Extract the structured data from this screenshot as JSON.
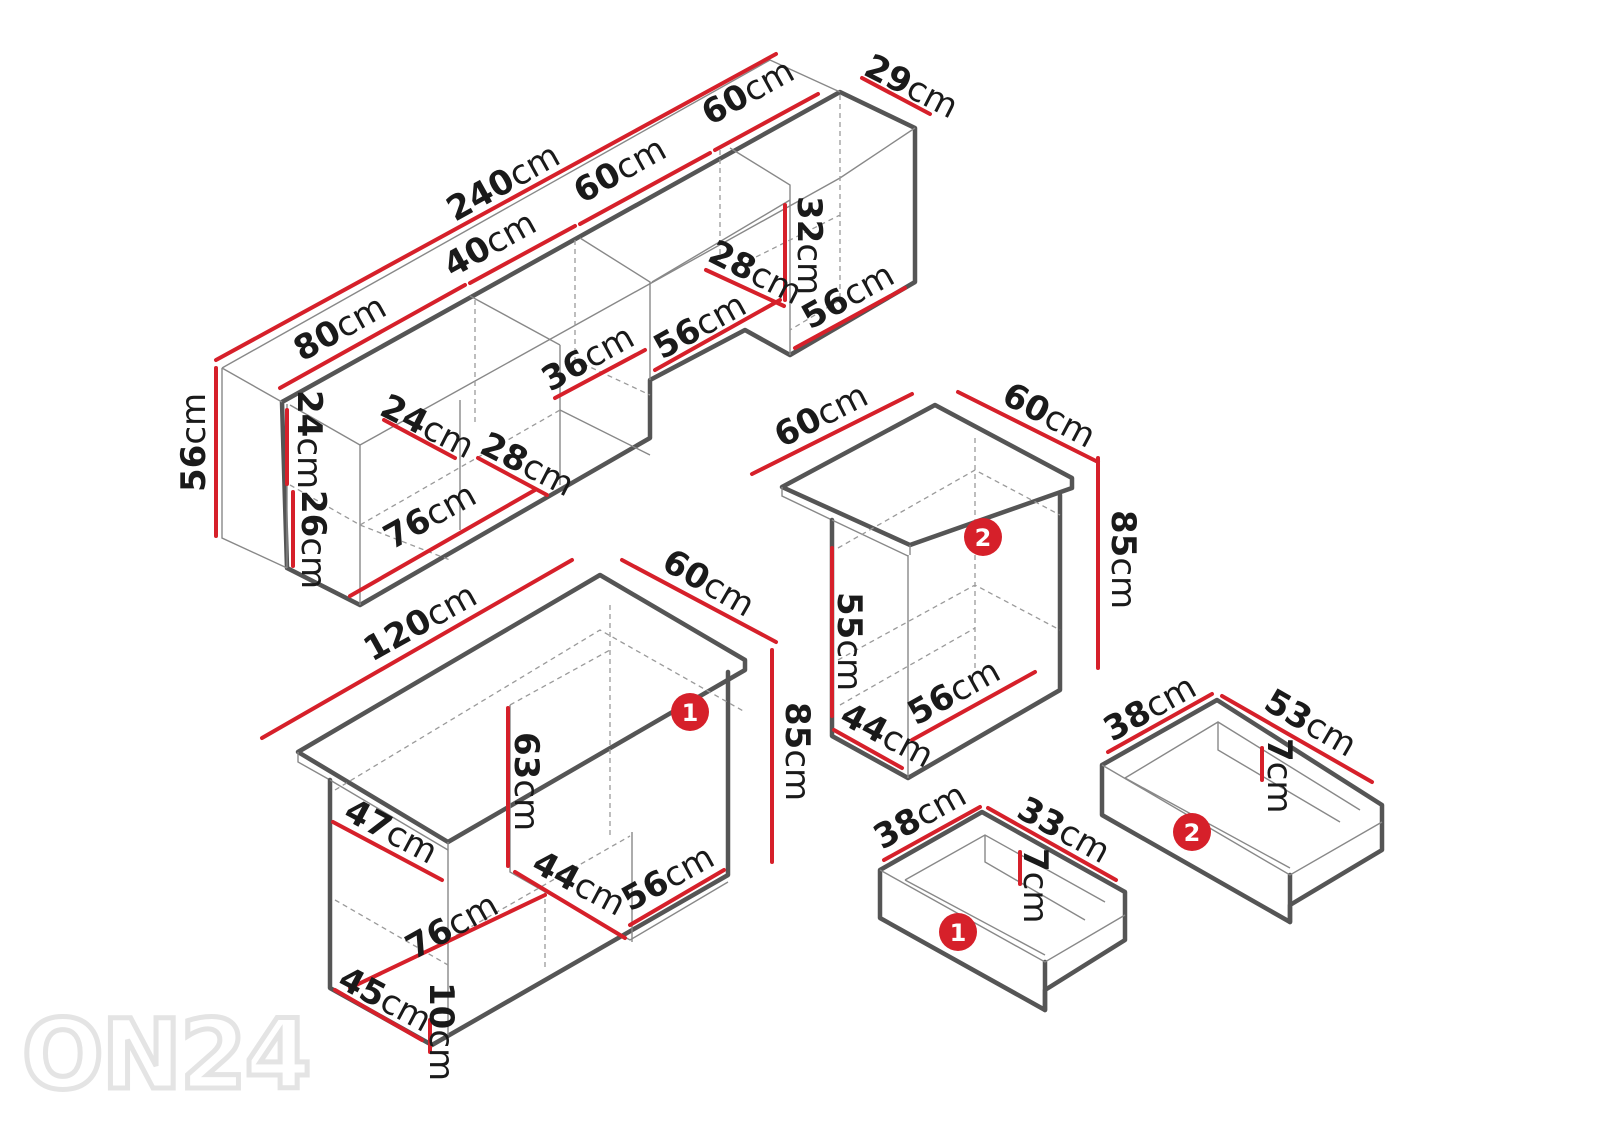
{
  "watermark": "ON24",
  "colors": {
    "dimension": "#d6202a",
    "outline": "#555555",
    "badge": "#d6202a"
  },
  "unit": "cm",
  "wall_unit": {
    "total_width": "240",
    "width_left": "80",
    "width_middle": "40",
    "width_middle_right": "60",
    "width_right": "60",
    "depth": "29",
    "height": "56",
    "left_upper_height": "24",
    "left_lower_height": "26",
    "left_shelf_depth_a": "24",
    "left_shelf_depth_b": "28",
    "left_inner_width": "76",
    "middle_inner_width": "36",
    "middle_right_inner_width": "56",
    "right_shelf_depth": "28",
    "right_height": "32",
    "right_inner_width": "56"
  },
  "desk": {
    "width": "120",
    "depth": "60",
    "height": "85",
    "knee_height": "63",
    "left_depth": "47",
    "left_width": "76",
    "bottom_depth": "45",
    "plinth": "10",
    "inner_depth": "44",
    "inner_width": "56",
    "drawer_badge": "1"
  },
  "cabinet": {
    "top_width": "60",
    "top_depth": "60",
    "height": "85",
    "inner_height": "55",
    "inner_depth": "44",
    "inner_width": "56",
    "drawer_badge": "2"
  },
  "drawer_1": {
    "width": "38",
    "depth": "33",
    "height": "7",
    "badge": "1"
  },
  "drawer_2": {
    "width": "38",
    "depth": "53",
    "height": "7",
    "badge": "2"
  }
}
